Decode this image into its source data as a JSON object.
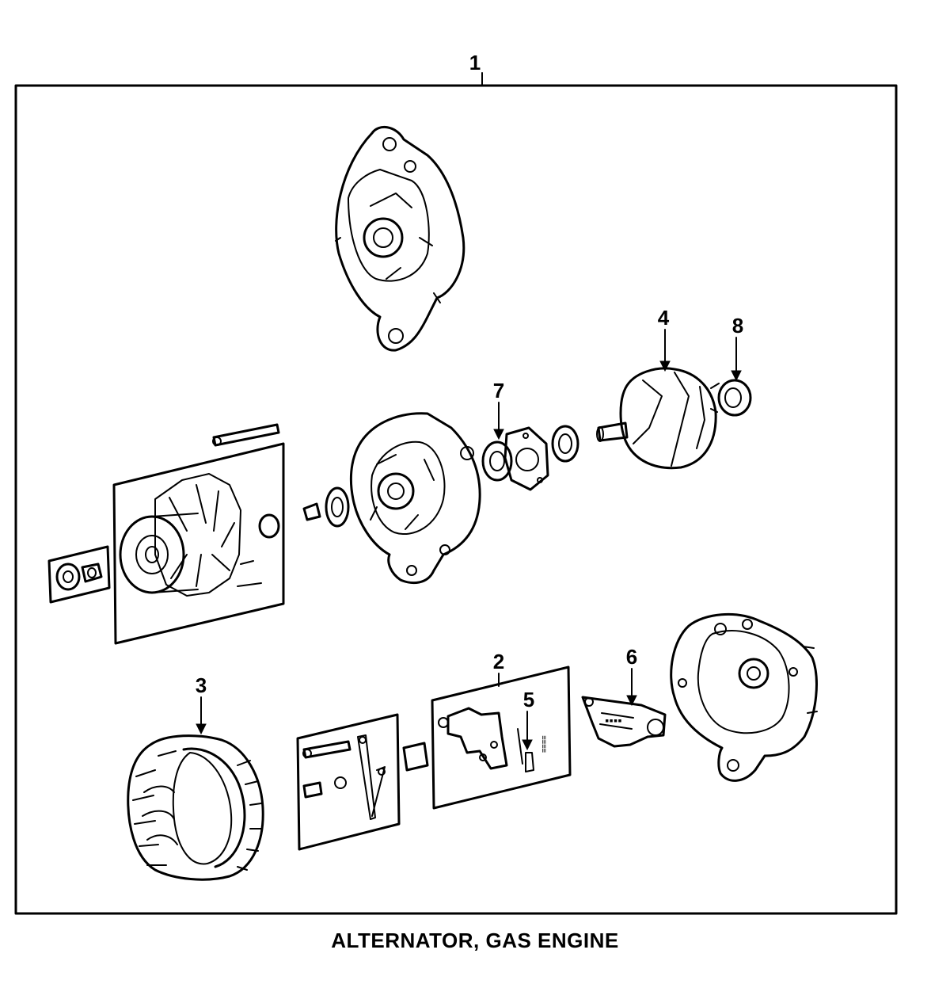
{
  "callouts": {
    "c1": "1",
    "c2": "2",
    "c3": "3",
    "c4": "4",
    "c5": "5",
    "c6": "6",
    "c7": "7",
    "c8": "8"
  },
  "caption": "ALTERNATOR, GAS ENGINE"
}
